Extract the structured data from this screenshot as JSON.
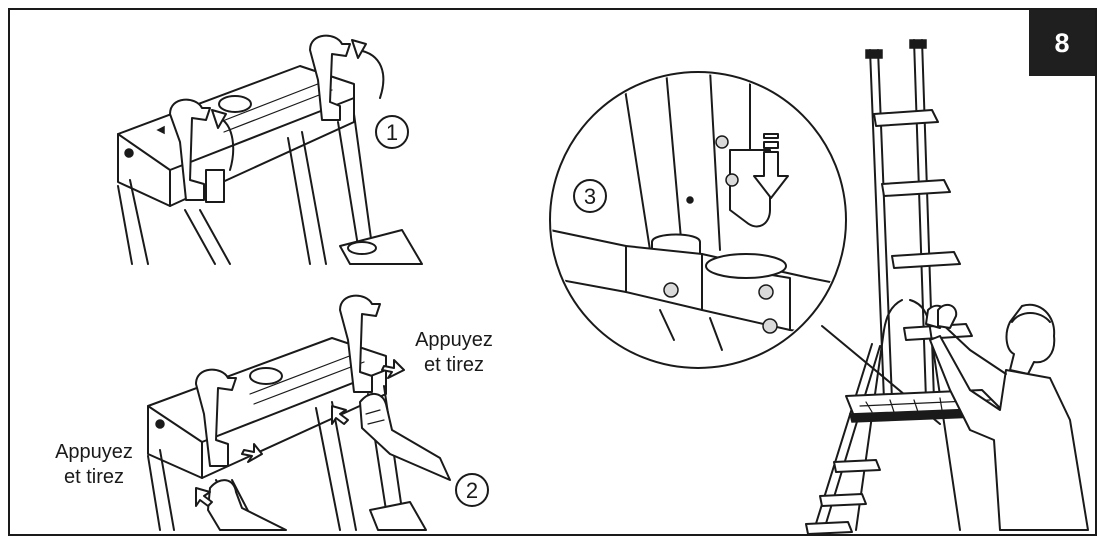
{
  "page": {
    "number": "8"
  },
  "steps": [
    {
      "id": "1",
      "label": "1"
    },
    {
      "id": "2",
      "label": "2"
    },
    {
      "id": "3",
      "label": "3"
    }
  ],
  "annotations": {
    "press_pull_right": {
      "line1": "Appuyez",
      "line2": "et tirez"
    },
    "press_pull_left": {
      "line1": "Appuyez",
      "line2": "et tirez"
    }
  },
  "icons": [
    "rotate-arrow-icon",
    "push-arrow-icon",
    "down-arrow-icon",
    "magnifier-circle"
  ],
  "colors": {
    "ink": "#1a1a1a",
    "badge_bg": "#1f1f1f",
    "badge_text": "#ffffff"
  }
}
